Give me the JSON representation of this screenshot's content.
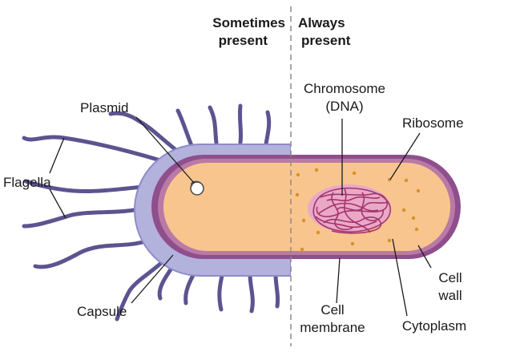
{
  "headers": {
    "sometimes": [
      "Sometimes",
      "present"
    ],
    "always": [
      "Always",
      "present"
    ]
  },
  "labels": {
    "plasmid": "Plasmid",
    "flagella": "Flagella",
    "capsule": "Capsule",
    "chromosome": [
      "Chromosome",
      "(DNA)"
    ],
    "ribosome": "Ribosome",
    "cell_wall": [
      "Cell",
      "wall"
    ],
    "cell_membrane": [
      "Cell",
      "membrane"
    ],
    "cytoplasm": "Cytoplasm"
  },
  "colors": {
    "capsule": "#b3b2dd",
    "capsule_stroke": "#8e8cc6",
    "cell_wall": "#8f4f8c",
    "membrane": "#b97aa7",
    "cytoplasm": "#f8c58f",
    "flagella": "#5c5490",
    "dna": "#a5336f",
    "dna_fill": "#e9a9c6",
    "ribosome": "#d4922a",
    "divider": "#8c8c8c"
  }
}
